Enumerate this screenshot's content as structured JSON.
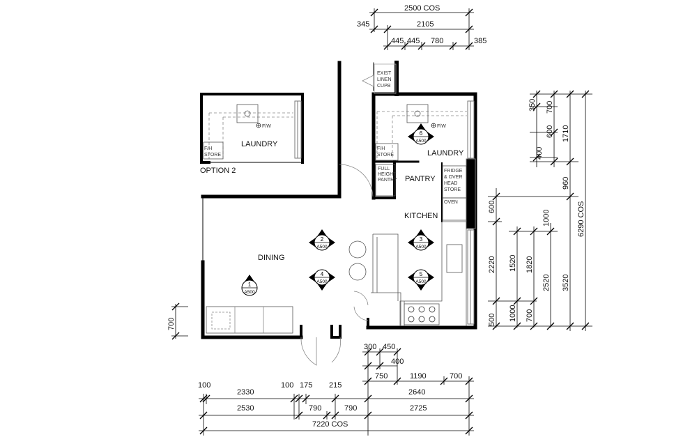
{
  "rooms": {
    "laundry_option": "LAUNDRY",
    "option_label": "OPTION 2",
    "laundry": "LAUNDRY",
    "pantry": "PANTRY",
    "kitchen": "KITCHEN",
    "dining": "DINING"
  },
  "notes": {
    "exist_linen": [
      "EXIST",
      "LINEN",
      "CUPB"
    ],
    "fh_store": [
      "F/H",
      "STORE"
    ],
    "fw": "F/W",
    "full_height_pantry": [
      "FULL",
      "HEIGHT",
      "PANTRY"
    ],
    "fridge": [
      "FRIDGE",
      "& OVER",
      "HEAD",
      "STORE"
    ],
    "oven": "OVEN"
  },
  "markers": [
    {
      "num": "1",
      "ref": "A500"
    },
    {
      "num": "2",
      "ref": "A500"
    },
    {
      "num": "3",
      "ref": "A500"
    },
    {
      "num": "4",
      "ref": "A500"
    },
    {
      "num": "5",
      "ref": "A500"
    },
    {
      "num": "6",
      "ref": "A500"
    }
  ],
  "dims_top": {
    "overall": "2500 COS",
    "d345": "345",
    "d2105": "2105",
    "d445a": "445",
    "d445b": "445",
    "d780": "780",
    "d385": "385"
  },
  "dims_right": {
    "d350": "350",
    "d700": "700",
    "d600": "600",
    "d1710": "1710",
    "d400": "400",
    "d960": "960",
    "d6290": "6290 COS",
    "d600b": "600",
    "d1000": "1000",
    "d2220": "2220",
    "d1520": "1520",
    "d1820": "1820",
    "d2520": "2520",
    "d3520": "3520",
    "d1000b": "1000",
    "d500": "500",
    "d700b": "700"
  },
  "dims_left": {
    "d700": "700"
  },
  "dims_bottom": {
    "d300": "300",
    "d450": "450",
    "d400": "400",
    "d750": "750",
    "d1190": "1190",
    "d700": "700",
    "d100a": "100",
    "d2330": "2330",
    "d100b": "100",
    "d175": "175",
    "d215": "215",
    "d2640": "2640",
    "d2530": "2530",
    "d790a": "790",
    "d790b": "790",
    "d2725": "2725",
    "overall": "7220 COS"
  }
}
